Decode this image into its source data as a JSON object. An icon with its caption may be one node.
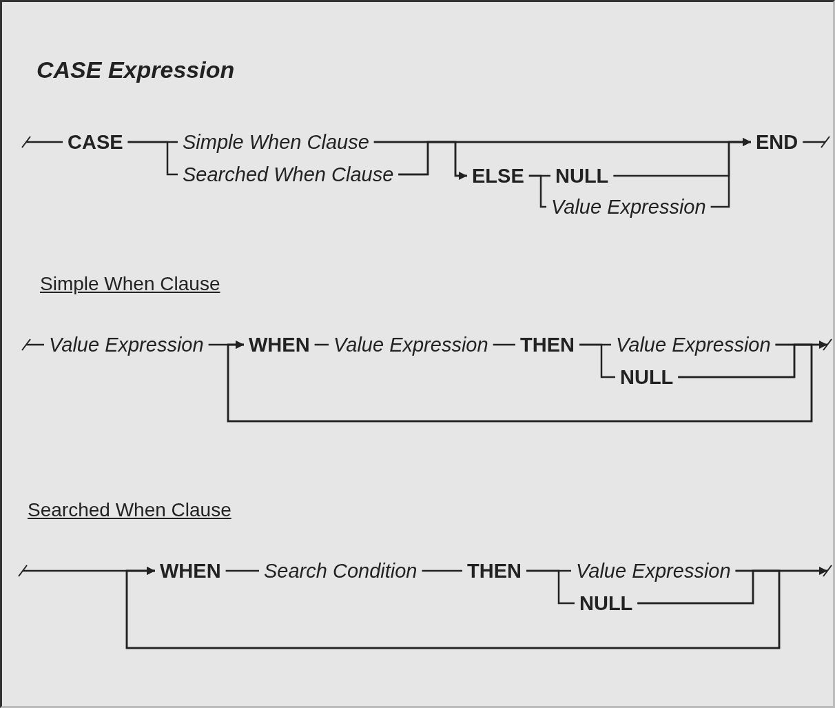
{
  "diagram": {
    "title": "CASE Expression",
    "nodes": [
      {
        "text": [
          "CASE"
        ]
      },
      {
        "text": [
          "Simple When Clause"
        ]
      },
      {
        "text": [
          "Searched When Clause"
        ]
      },
      {
        "text": [
          "ELSE"
        ]
      },
      {
        "text": [
          "NULL"
        ]
      },
      {
        "text": [
          "Value Expression"
        ]
      },
      {
        "text": [
          "END"
        ]
      },
      {
        "text": [
          "Value Expression"
        ]
      },
      {
        "text": [
          "WHEN"
        ]
      },
      {
        "text": [
          "Value Expression"
        ]
      },
      {
        "text": [
          "THEN"
        ]
      },
      {
        "text": [
          "Value Expression"
        ]
      },
      {
        "text": [
          "NULL"
        ]
      },
      {
        "text": [
          "WHEN"
        ]
      },
      {
        "text": [
          "Search Condition"
        ]
      },
      {
        "text": [
          "THEN"
        ]
      },
      {
        "text": [
          "Value Expression"
        ]
      },
      {
        "text": [
          "NULL"
        ]
      }
    ],
    "edges": [
      {
        "from": null,
        "to": 0,
        "arrow": "none"
      },
      {
        "from": 0,
        "to": 1,
        "arrow": "none"
      },
      {
        "from": 0,
        "to": 2,
        "arrow": "none"
      },
      {
        "from": 1,
        "to": 6,
        "arrow": "none"
      },
      {
        "from": 2,
        "to": 6,
        "arrow": "to"
      },
      {
        "from": 1,
        "to": 3,
        "arrow": "none"
      },
      {
        "from": 2,
        "to": 3,
        "arrow": "to"
      },
      {
        "from": 3,
        "to": 4,
        "arrow": "none"
      },
      {
        "from": 3,
        "to": 5,
        "arrow": "none"
      },
      {
        "from": 4,
        "to": 6,
        "arrow": "to"
      },
      {
        "from": 5,
        "to": 6,
        "arrow": "to"
      },
      {
        "from": 6,
        "to": null,
        "arrow": "none"
      },
      {
        "from": null,
        "to": 7,
        "arrow": "none"
      },
      {
        "from": 7,
        "to": 8,
        "arrow": "none"
      },
      {
        "from": 8,
        "to": 9,
        "arrow": "none"
      },
      {
        "from": 9,
        "to": 10,
        "arrow": "none"
      },
      {
        "from": 10,
        "to": 11,
        "arrow": "none"
      },
      {
        "from": 10,
        "to": 12,
        "arrow": "none"
      },
      {
        "from": 11,
        "to": null,
        "arrow": "none"
      },
      {
        "from": 12,
        "to": null,
        "arrow": "to"
      },
      {
        "from": 11,
        "to": 8,
        "arrow": "to"
      },
      {
        "from": 12,
        "to": 8,
        "arrow": "to"
      },
      {
        "from": null,
        "to": 13,
        "arrow": "none"
      },
      {
        "from": 13,
        "to": 14,
        "arrow": "none"
      },
      {
        "from": 14,
        "to": 15,
        "arrow": "none"
      },
      {
        "from": 15,
        "to": 16,
        "arrow": "none"
      },
      {
        "from": 15,
        "to": 17,
        "arrow": "none"
      },
      {
        "from": 16,
        "to": null,
        "arrow": "none"
      },
      {
        "from": 17,
        "to": null,
        "arrow": "to"
      },
      {
        "from": 16,
        "to": 13,
        "arrow": "to"
      },
      {
        "from": 17,
        "to": 13,
        "arrow": "to"
      }
    ],
    "labels": [
      "Simple When Clause",
      "Searched When Clause"
    ]
  }
}
